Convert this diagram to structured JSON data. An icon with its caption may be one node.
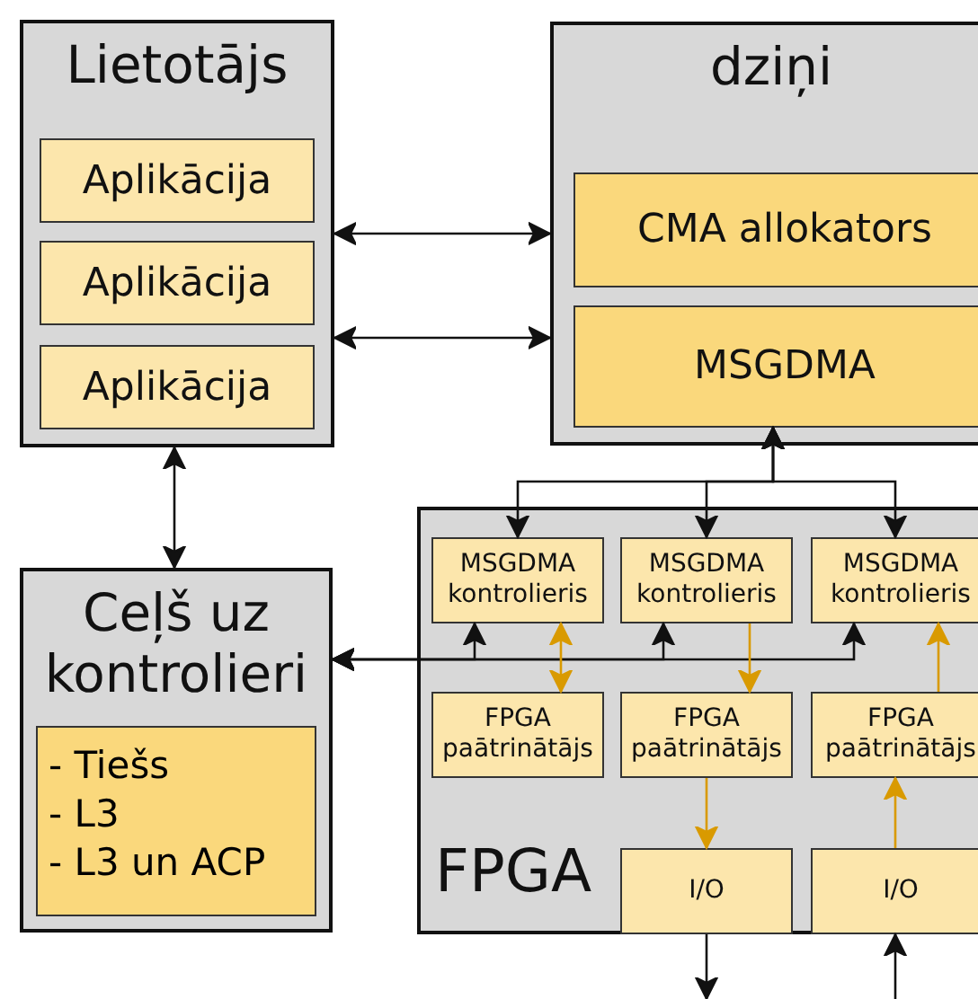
{
  "diagram": {
    "nodes": [
      {
        "text": [
          "Lietotājs"
        ]
      },
      {
        "text": [
          "Aplikācija"
        ],
        "in": 0
      },
      {
        "text": [
          "Aplikācija"
        ],
        "in": 0
      },
      {
        "text": [
          "Aplikācija"
        ],
        "in": 0
      },
      {
        "text": [
          "dziņi"
        ]
      },
      {
        "text": [
          "CMA allokators"
        ],
        "in": 4
      },
      {
        "text": [
          "MSGDMA"
        ],
        "in": 4
      },
      {
        "text": [
          "FPGA"
        ]
      },
      {
        "text": [
          "MSGDMA kontrolieris"
        ],
        "in": 7
      },
      {
        "text": [
          "MSGDMA kontrolieris"
        ],
        "in": 7
      },
      {
        "text": [
          "MSGDMA kontrolieris"
        ],
        "in": 7
      },
      {
        "text": [
          "FPGA paātrinātājs"
        ],
        "in": 7
      },
      {
        "text": [
          "FPGA paātrinātājs"
        ],
        "in": 7
      },
      {
        "text": [
          "FPGA paātrinātājs"
        ],
        "in": 7
      },
      {
        "text": [
          "I/O"
        ],
        "in": 7
      },
      {
        "text": [
          "I/O"
        ],
        "in": 7
      },
      {
        "text": [
          "Ceļš uz kontrolieri"
        ]
      },
      {
        "text": [
          "- Tiešs",
          "- L3",
          "- L3 un ACP"
        ],
        "in": 16
      }
    ],
    "edges": [
      {
        "from": 0,
        "to": 4,
        "arrow": "both"
      },
      {
        "from": 0,
        "to": 4,
        "arrow": "both"
      },
      {
        "from": 0,
        "to": 16,
        "arrow": "both"
      },
      {
        "from": 6,
        "to": 8,
        "arrow": "both"
      },
      {
        "from": 6,
        "to": 9,
        "arrow": "both"
      },
      {
        "from": 6,
        "to": 10,
        "arrow": "both"
      },
      {
        "from": 8,
        "to": 16,
        "arrow": "both"
      },
      {
        "from": 9,
        "to": 16,
        "arrow": "both"
      },
      {
        "from": 10,
        "to": 16,
        "arrow": "both"
      },
      {
        "from": 8,
        "to": 11,
        "arrow": "both",
        "color": "#d99a00"
      },
      {
        "from": 9,
        "to": 12,
        "arrow": "to",
        "color": "#d99a00"
      },
      {
        "from": 13,
        "to": 10,
        "arrow": "to",
        "color": "#d99a00"
      },
      {
        "from": 12,
        "to": 14,
        "arrow": "to",
        "color": "#d99a00"
      },
      {
        "from": 15,
        "to": 13,
        "arrow": "to",
        "color": "#d99a00"
      },
      {
        "from": 14,
        "to": null,
        "arrow": "to"
      },
      {
        "from": null,
        "to": 15,
        "arrow": "to"
      }
    ]
  }
}
